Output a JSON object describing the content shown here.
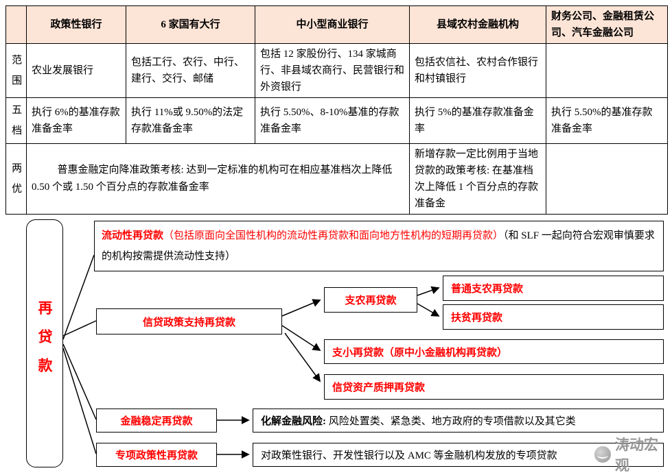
{
  "table": {
    "corner": "",
    "headers": [
      "政策性银行",
      "6 家国有大行",
      "中小型商业银行",
      "县域农村金融机构",
      "财务公司、金融租赁公司、汽车金融公司"
    ],
    "row_scope": {
      "label": "范围",
      "cells": [
        "农业发展银行",
        "包括工行、农行、中行、建行、交行、邮储",
        "包括 12 家股份行、134 家城商行、非县域农商行、民营银行和外资银行",
        "包括农信社、农村合作银行和村镇银行",
        ""
      ]
    },
    "row_tiers": {
      "label": "五档",
      "cells": [
        "执行 6%的基准存款准备金率",
        "执行 11%或 9.50%的法定存款准备金率",
        "执行 5.50%、8-10%基准的存款准备金率",
        "执行 5%的基准存款准备金率",
        "执行 5.50%的基准存款准备金率"
      ]
    },
    "row_prefs": {
      "label": "两优",
      "merged": "普惠金融定向降准政策考核: 达到一定标准的机构可在相应基准档次上降低 0.50 个或 1.50 个百分点的存款准备金率",
      "county": "新增存款一定比例用于当地贷款的政策考核: 在基准档次上降低 1 个百分点的存款准备金",
      "finance": ""
    }
  },
  "flow": {
    "root": "再贷款",
    "liquidity_title": "流动性再贷款",
    "liquidity_red": "（包括原面向全国性机构的流动性再贷款和面向地方性机构的短期再贷款）",
    "liquidity_black": "（和 SLF 一起向符合宏观审慎要求的机构按需提供流动性支持）",
    "credit_policy": "信贷政策支持再贷款",
    "agri": "支农再贷款",
    "agri_normal": "普通支农再贷款",
    "poverty": "扶贫再贷款",
    "small": "支小再贷款（原中小金融机构再贷款）",
    "pledge": "信贷资产质押再贷款",
    "stability": "金融稳定再贷款",
    "stability_bold": "化解金融风险:",
    "stability_rest": " 风险处置类、紧急类、地方政府的专项借款以及其它类",
    "special": "专项政策性再贷款",
    "special_target": "对政策性银行、开发性银行以及 AMC 等金融机构发放的专项贷款"
  },
  "watermark": {
    "text": "涛动宏观"
  },
  "colors": {
    "red": "#ff0000",
    "header_bg": "#FCE4D6"
  }
}
